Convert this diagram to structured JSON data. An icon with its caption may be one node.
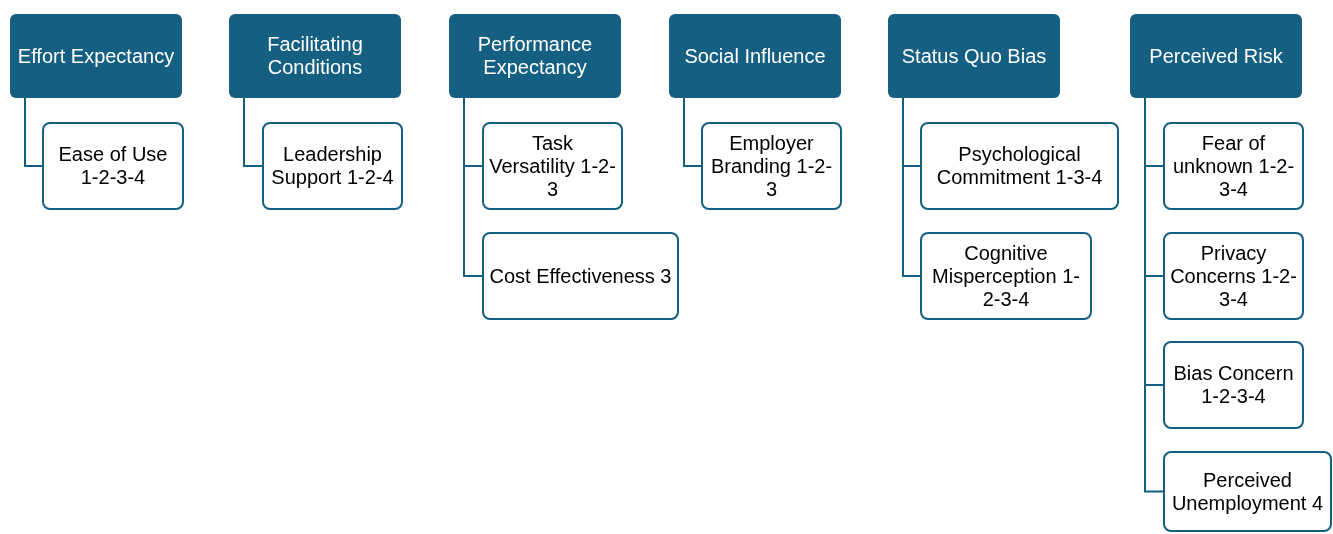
{
  "diagram": {
    "nodes": [
      {
        "text": [
          "Effort Expectancy"
        ]
      },
      {
        "text": [
          "Ease of Use 1-2-3-4"
        ]
      },
      {
        "text": [
          "Facilitating Conditions"
        ]
      },
      {
        "text": [
          "Leadership Support 1-2-4"
        ]
      },
      {
        "text": [
          "Performance Expectancy"
        ]
      },
      {
        "text": [
          "Task Versatility 1-2-3"
        ]
      },
      {
        "text": [
          "Cost Effectiveness 3"
        ]
      },
      {
        "text": [
          "Social Influence"
        ]
      },
      {
        "text": [
          "Employer Branding 1-2-3"
        ]
      },
      {
        "text": [
          "Status Quo Bias"
        ]
      },
      {
        "text": [
          "Psychological Commitment 1-3-4"
        ]
      },
      {
        "text": [
          "Cognitive Misperception 1-2-3-4"
        ]
      },
      {
        "text": [
          "Perceived Risk"
        ]
      },
      {
        "text": [
          "Fear of unknown 1-2-3-4"
        ]
      },
      {
        "text": [
          "Privacy Concerns 1-2-3-4"
        ]
      },
      {
        "text": [
          "Bias Concern 1-2-3-4"
        ]
      },
      {
        "text": [
          "Perceived Unemployment 4"
        ]
      }
    ],
    "edges": [
      {
        "from": 0,
        "to": 1,
        "arrow": "none"
      },
      {
        "from": 2,
        "to": 3,
        "arrow": "none"
      },
      {
        "from": 4,
        "to": 5,
        "arrow": "none"
      },
      {
        "from": 4,
        "to": 6,
        "arrow": "none"
      },
      {
        "from": 7,
        "to": 8,
        "arrow": "none"
      },
      {
        "from": 9,
        "to": 10,
        "arrow": "none"
      },
      {
        "from": 9,
        "to": 11,
        "arrow": "none"
      },
      {
        "from": 12,
        "to": 13,
        "arrow": "none"
      },
      {
        "from": 12,
        "to": 14,
        "arrow": "none"
      },
      {
        "from": 12,
        "to": 15,
        "arrow": "none"
      },
      {
        "from": 12,
        "to": 16,
        "arrow": "none"
      }
    ]
  }
}
